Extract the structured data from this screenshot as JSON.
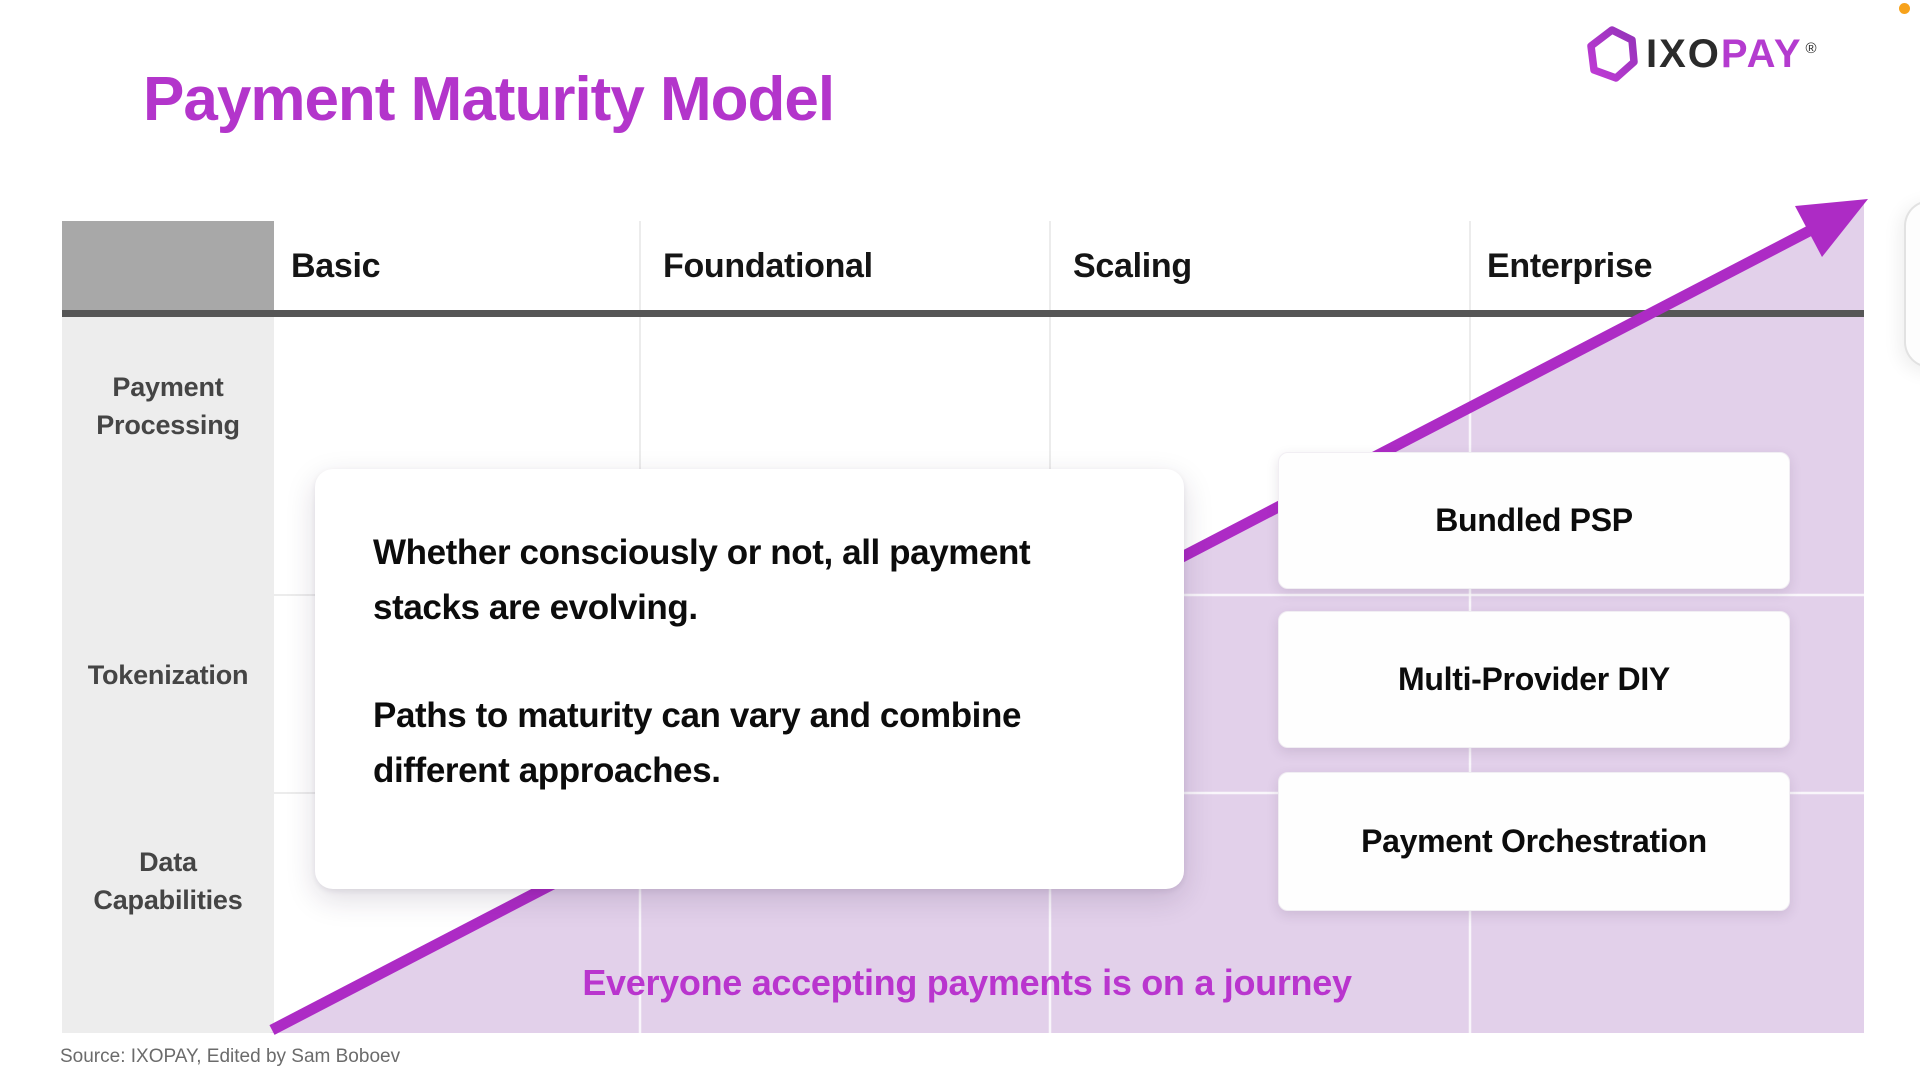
{
  "logo": {
    "brand_prefix": "IXO",
    "brand_suffix": "PAY",
    "registered": "®"
  },
  "title": "Payment Maturity Model",
  "table": {
    "columns": [
      "Basic",
      "Foundational",
      "Scaling",
      "Enterprise"
    ],
    "rows": [
      "Payment Processing",
      "Tokenization",
      "Data Capabilities"
    ]
  },
  "callout": {
    "para1": "Whether consciously or not, all payment stacks are evolving.",
    "para2": "Paths to maturity can vary and combine different approaches."
  },
  "cards": [
    {
      "label": "Bundled PSP"
    },
    {
      "label": "Multi-Provider DIY"
    },
    {
      "label": "Payment Orchestration"
    }
  ],
  "journey_caption": "Everyone accepting payments is on a journey",
  "source": "Source: IXOPAY, Edited by Sam Boboev",
  "colors": {
    "title": "#b335cb",
    "arrow": "#ad2bc5",
    "lavender": "#e2d0ea",
    "grid": "#ececec",
    "grid_on_lavender": "rgba(255,255,255,0.8)",
    "divider_dark": "#565656",
    "header_cell": "#a8a8a8",
    "label_column": "#ededed",
    "journey_text": "#b935ce",
    "logo_dark": "#2b2b2b",
    "logo_purple": "#b43bcf",
    "hexagon": "#a936c2",
    "record_dot": "#f7a21b",
    "source_text": "#6b6b6b"
  }
}
